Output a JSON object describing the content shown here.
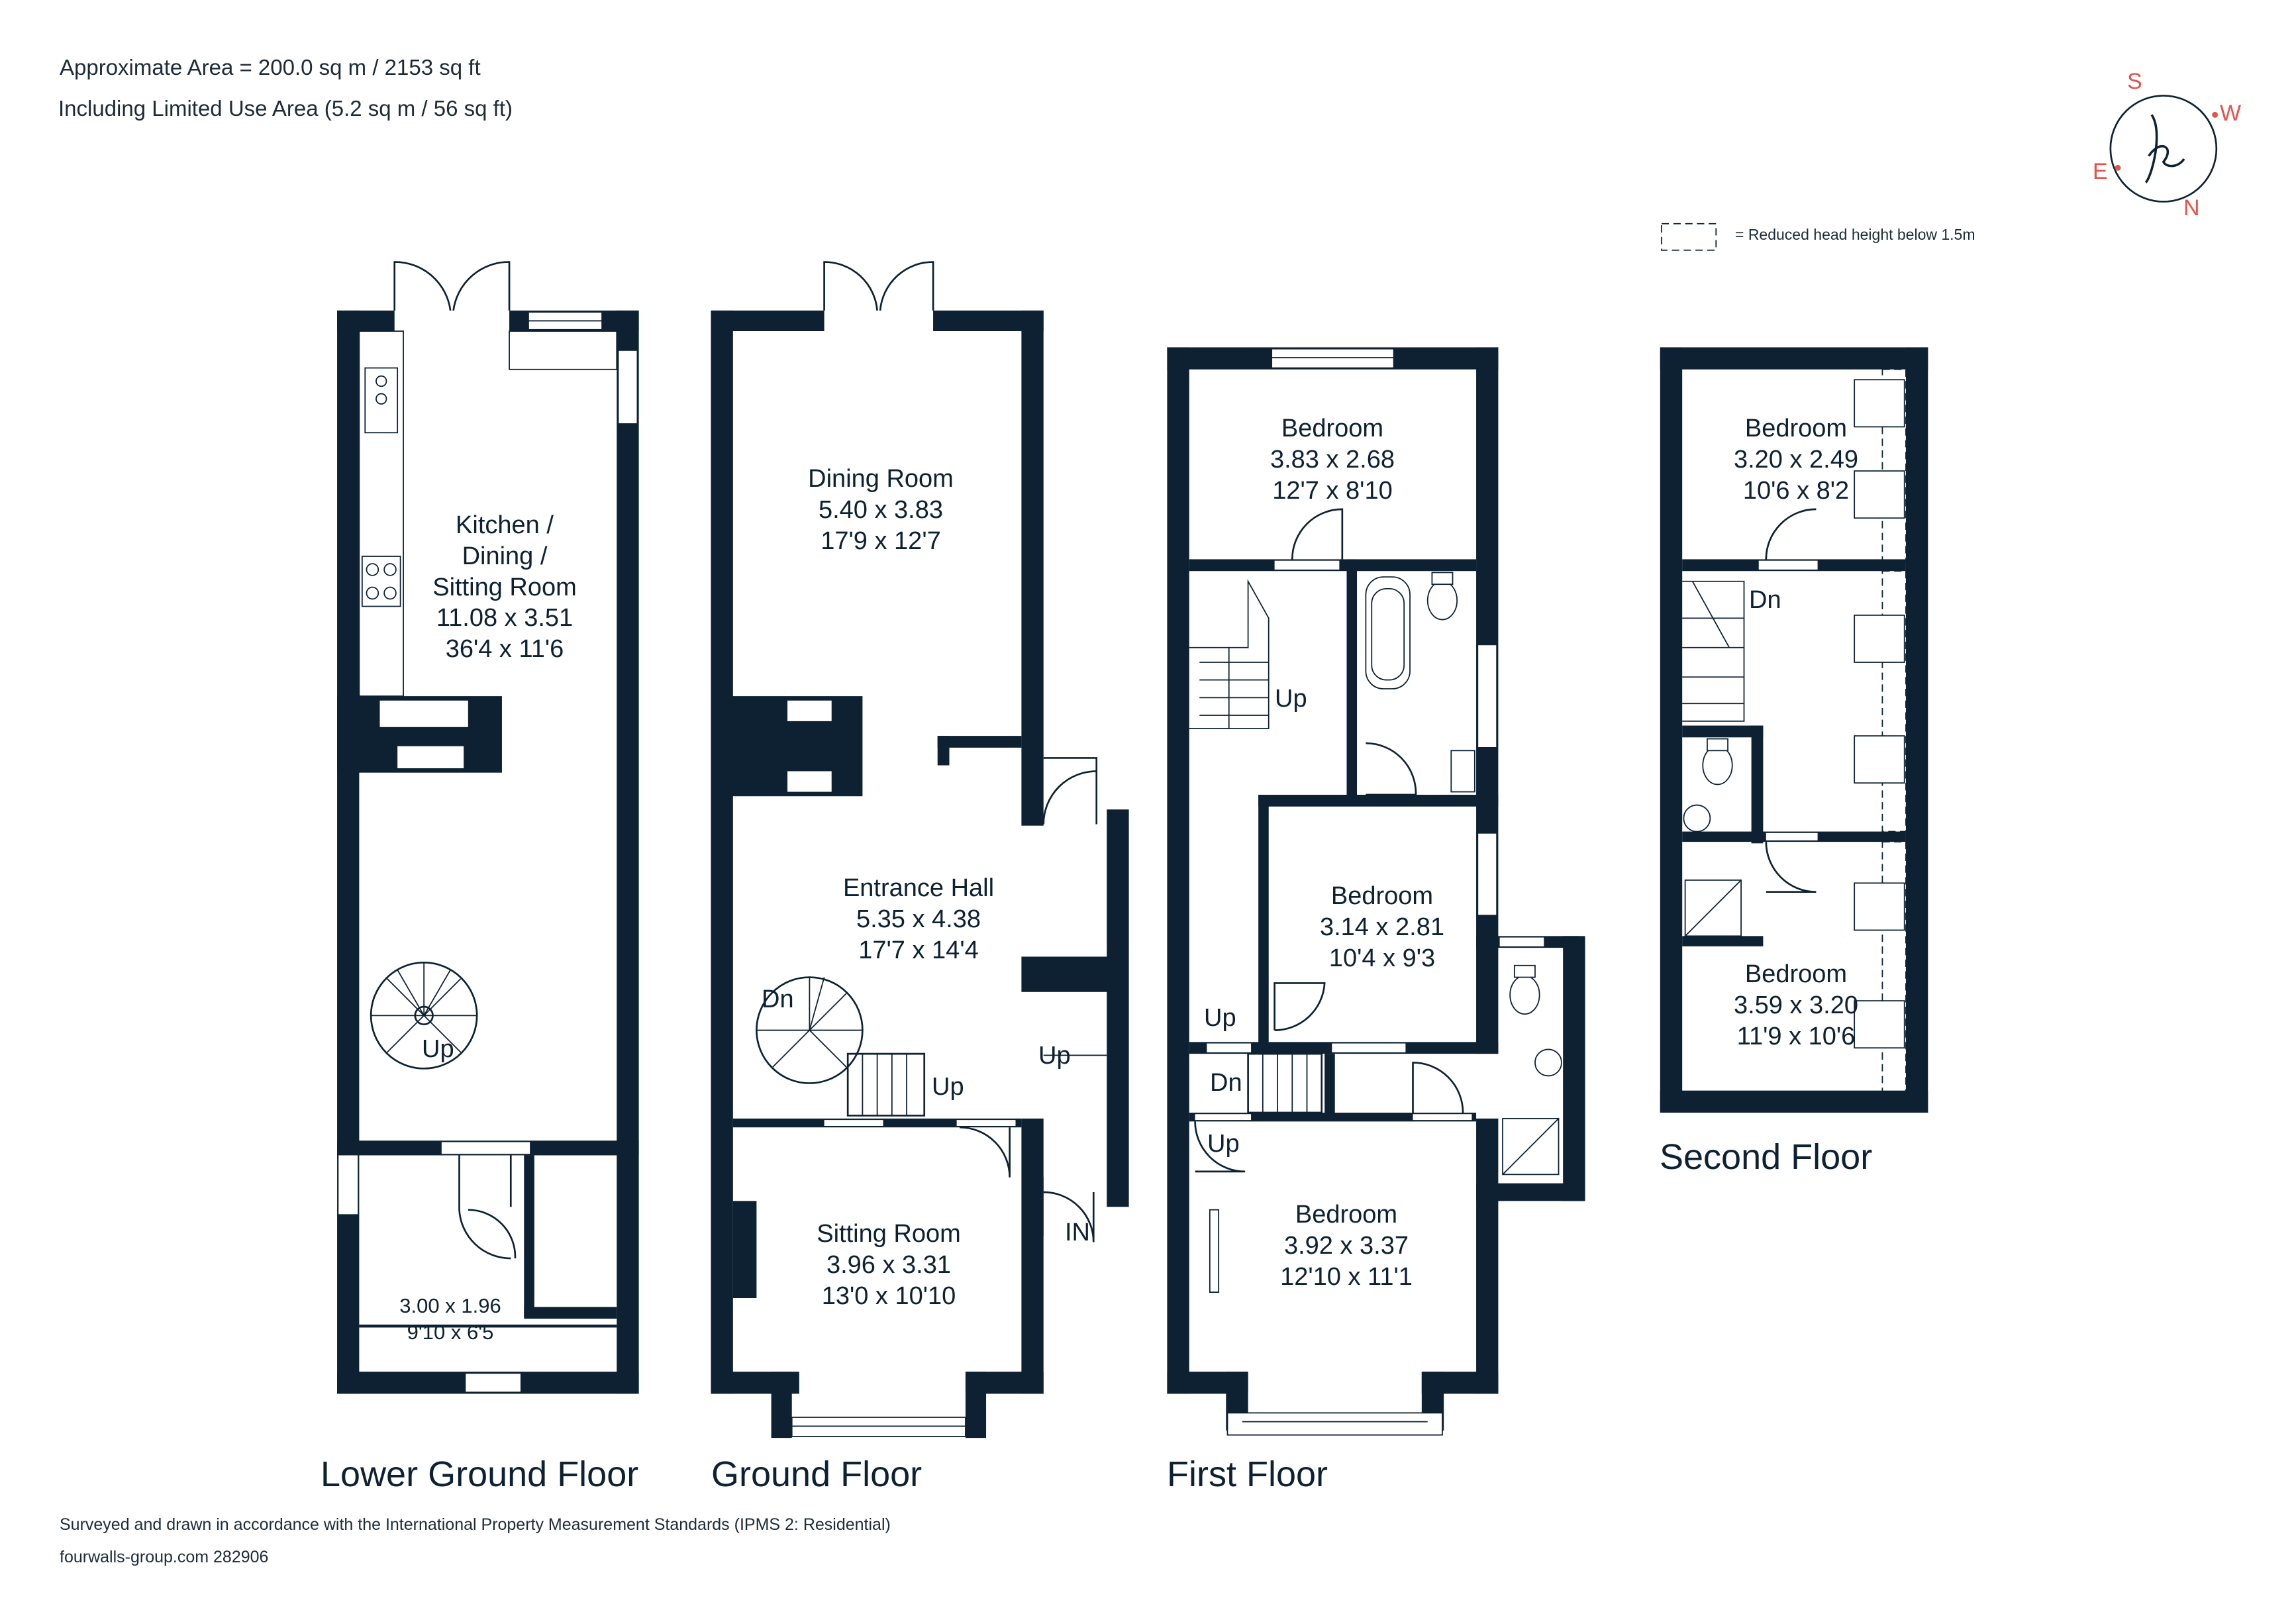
{
  "header": {
    "area": "Approximate Area = 200.0 sq m / 2153 sq ft",
    "limited_use": "Including Limited Use Area (5.2 sq m / 56 sq ft)"
  },
  "legend": {
    "text": "= Reduced head height below 1.5m"
  },
  "compass": {
    "s": "S",
    "w": "W",
    "e": "E",
    "n": "N",
    "logo": "h"
  },
  "floors": {
    "lower_ground": "Lower Ground Floor",
    "ground": "Ground Floor",
    "first": "First Floor",
    "second": "Second Floor"
  },
  "rooms": {
    "kitchen": {
      "name": "Kitchen /\nDining /\nSitting Room",
      "metric": "11.08 x 3.51",
      "imperial": "36'4 x 11'6"
    },
    "store": {
      "metric": "3.00 x 1.96",
      "imperial": "9'10 x 6'5"
    },
    "dining": {
      "name": "Dining Room",
      "metric": "5.40 x 3.83",
      "imperial": "17'9 x 12'7"
    },
    "hall": {
      "name": "Entrance Hall",
      "metric": "5.35 x 4.38",
      "imperial": "17'7 x 14'4"
    },
    "sitting": {
      "name": "Sitting Room",
      "metric": "3.96 x 3.31",
      "imperial": "13'0 x 10'10"
    },
    "bed_ff1": {
      "name": "Bedroom",
      "metric": "3.83 x 2.68",
      "imperial": "12'7 x 8'10"
    },
    "bed_ff2": {
      "name": "Bedroom",
      "metric": "3.14 x 2.81",
      "imperial": "10'4 x 9'3"
    },
    "bed_ff3": {
      "name": "Bedroom",
      "metric": "3.92 x 3.37",
      "imperial": "12'10 x 11'1"
    },
    "bed_sf1": {
      "name": "Bedroom",
      "metric": "3.20 x 2.49",
      "imperial": "10'6 x 8'2"
    },
    "bed_sf2": {
      "name": "Bedroom",
      "metric": "3.59 x 3.20",
      "imperial": "11'9 x 10'6"
    }
  },
  "stair_labels": {
    "lg_up": "Up",
    "g_dn": "Dn",
    "g_up1": "Up",
    "g_up2": "Up",
    "g_in": "IN",
    "f_up1": "Up",
    "f_up2": "Up",
    "f_dn": "Dn",
    "f_up3": "Up",
    "s_dn": "Dn"
  },
  "footer": {
    "standard": "Surveyed and drawn in accordance with the International Property Measurement Standards (IPMS 2: Residential)",
    "ref": "fourwalls-group.com 282906"
  },
  "colors": {
    "wall": "#0d2133",
    "compass": "#e5534b",
    "text": "#0d2133"
  }
}
